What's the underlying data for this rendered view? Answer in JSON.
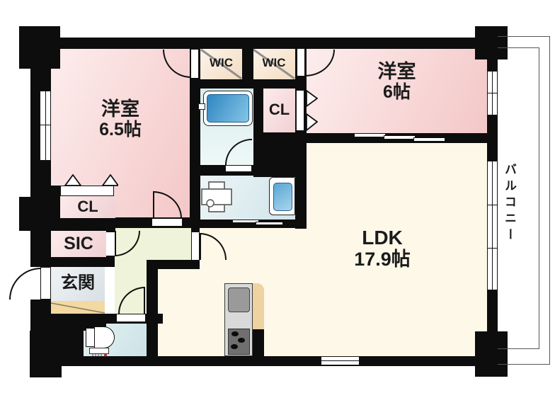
{
  "rooms": {
    "bedroom1": {
      "label": "洋室",
      "size": "6.5帖"
    },
    "bedroom2": {
      "label": "洋室",
      "size": "6帖"
    },
    "ldk": {
      "label": "LDK",
      "size": "17.9帖"
    },
    "wic1": {
      "label": "WIC"
    },
    "wic2": {
      "label": "WIC"
    },
    "closet1": {
      "label": "CL"
    },
    "closet2": {
      "label": "CL"
    },
    "sic": {
      "label": "SIC"
    },
    "entrance": {
      "label": "玄関"
    },
    "balcony": {
      "label": "バルコニー"
    }
  },
  "colors": {
    "wall": "#0d0d0d",
    "bedroom_pink": "#f4c7c7",
    "wic_beige": "#f3dcc2",
    "closet_pink": "#f1d0d4",
    "ldk_cream": "#fdf8e8",
    "hallway_green": "#eff3d9",
    "bathroom_cyan": "#d9eded",
    "washroom_blue": "#d0e4ea",
    "toilet_cyan": "#cbe3e7",
    "entrance_gray": "#d8e0e5",
    "step_tan": "#f3d8a2",
    "bathtub_blue": "#3f93cc",
    "counter_tan": "#eed2a0"
  }
}
